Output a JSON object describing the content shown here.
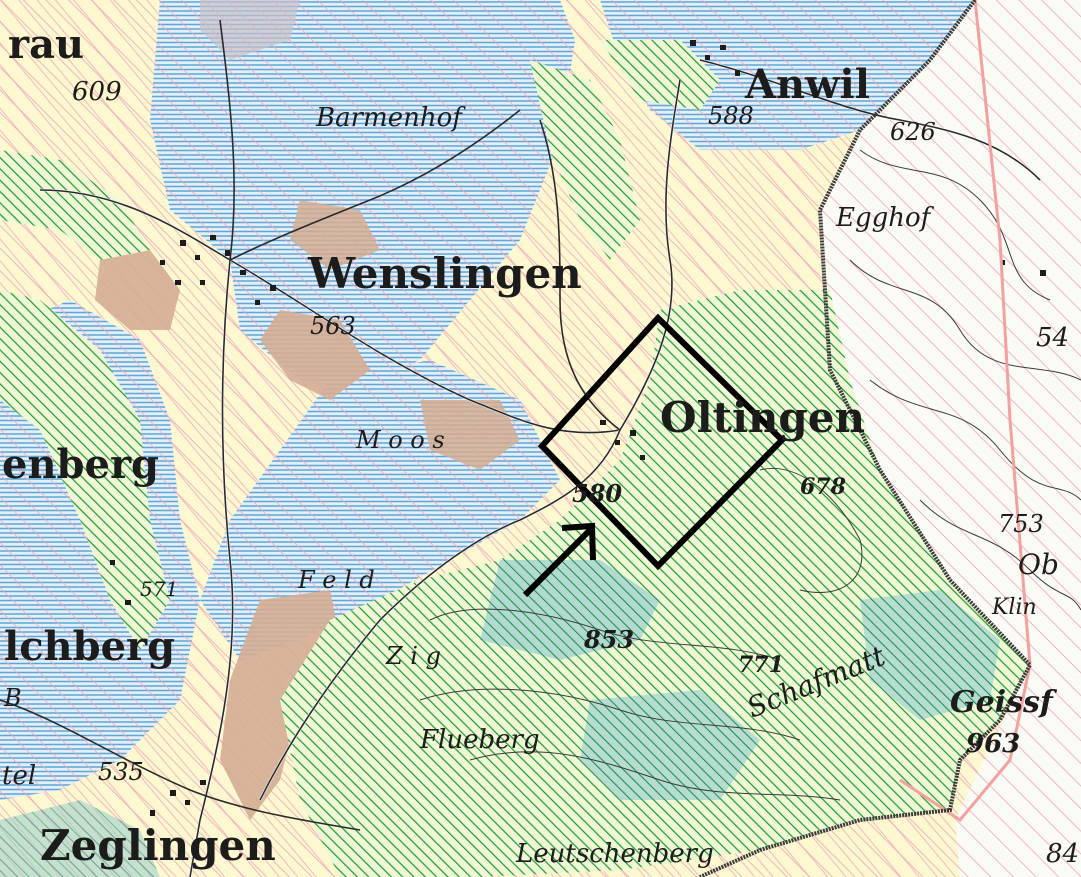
{
  "map": {
    "colors": {
      "paper": "#fdfbe8",
      "blue_hatch": "#5aa6d8",
      "pink_hatch": "#f0a8bc",
      "green_hatch": "#1f9a2e",
      "teal_zone": "#5bb0a8",
      "tan_zone": "#d4ad93",
      "boundary_pink": "#f3a0a0",
      "boundary_dark": "#3a3a3a",
      "frame": "#000000"
    },
    "labels": {
      "place_anwil": "Anwil",
      "place_wenslingen": "Wenslingen",
      "place_oltingen": "Oltingen",
      "place_zeglingen": "Zeglingen",
      "place_enberg_partial": "enberg",
      "place_lchberg_partial": "lchberg",
      "place_rau_partial": "rau",
      "field_barmenhof": "Barmenhof",
      "field_egghof": "Egghof",
      "field_moos": "M o o s",
      "field_feld": "F e l d",
      "field_zig": "Z i g",
      "field_flueberg": "Flueberg",
      "field_leutschenberg": "Leutschenberg",
      "field_schafmatt": "Schafmatt",
      "field_geissfl_partial": "Geissf",
      "field_ob_partial": "Ob",
      "field_klini_partial": "Klin",
      "field_tel_partial": "tel",
      "field_b_partial": "B"
    },
    "spot_heights": {
      "h609": "609",
      "h588": "588",
      "h626": "626",
      "h563": "563",
      "h580": "580",
      "h678": "678",
      "h753": "753",
      "h853": "853",
      "h771": "771",
      "h963": "963",
      "h571": "571",
      "h535": "535",
      "h54_partial": "54",
      "h84_partial": "84"
    },
    "marker": {
      "shape": "rotated-square",
      "arrow_direction": "north-east"
    }
  }
}
